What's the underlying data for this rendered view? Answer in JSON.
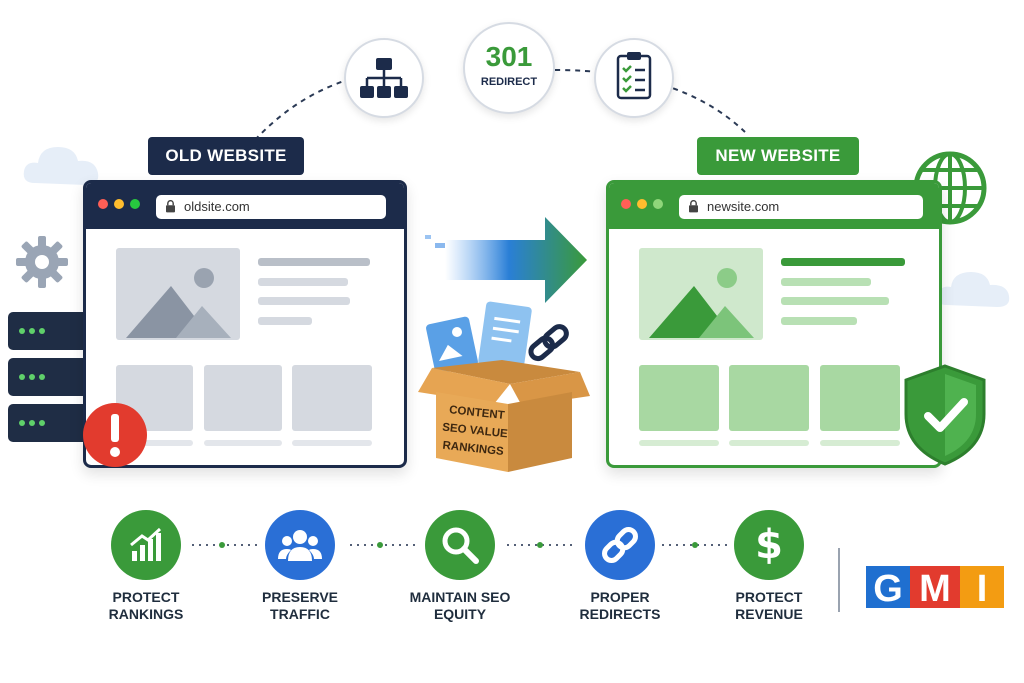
{
  "top": {
    "redirect_code": "301",
    "redirect_label": "REDIRECT"
  },
  "old_site": {
    "label": "OLD WEBSITE",
    "url": "oldsite.com"
  },
  "new_site": {
    "label": "NEW WEBSITE",
    "url": "newsite.com"
  },
  "box": {
    "line1": "CONTENT",
    "line2": "SEO VALUE",
    "line3": "RANKINGS"
  },
  "benefits": [
    {
      "line1": "PROTECT",
      "line2": "RANKINGS",
      "icon": "chart-up-icon",
      "color": "#3a9a3a"
    },
    {
      "line1": "PRESERVE",
      "line2": "TRAFFIC",
      "icon": "users-icon",
      "color": "#2a6fd6"
    },
    {
      "line1": "MAINTAIN SEO",
      "line2": "EQUITY",
      "icon": "search-icon",
      "color": "#3a9a3a"
    },
    {
      "line1": "PROPER",
      "line2": "REDIRECTS",
      "icon": "link-icon",
      "color": "#2a6fd6"
    },
    {
      "line1": "PROTECT",
      "line2": "REVENUE",
      "icon": "dollar-icon",
      "color": "#3a9a3a"
    }
  ],
  "logo": {
    "text": "GMI"
  },
  "colors": {
    "navy": "#1c2b4a",
    "green": "#3a9a3a",
    "blue": "#2a6fd6",
    "alert_red": "#e23b2e"
  }
}
